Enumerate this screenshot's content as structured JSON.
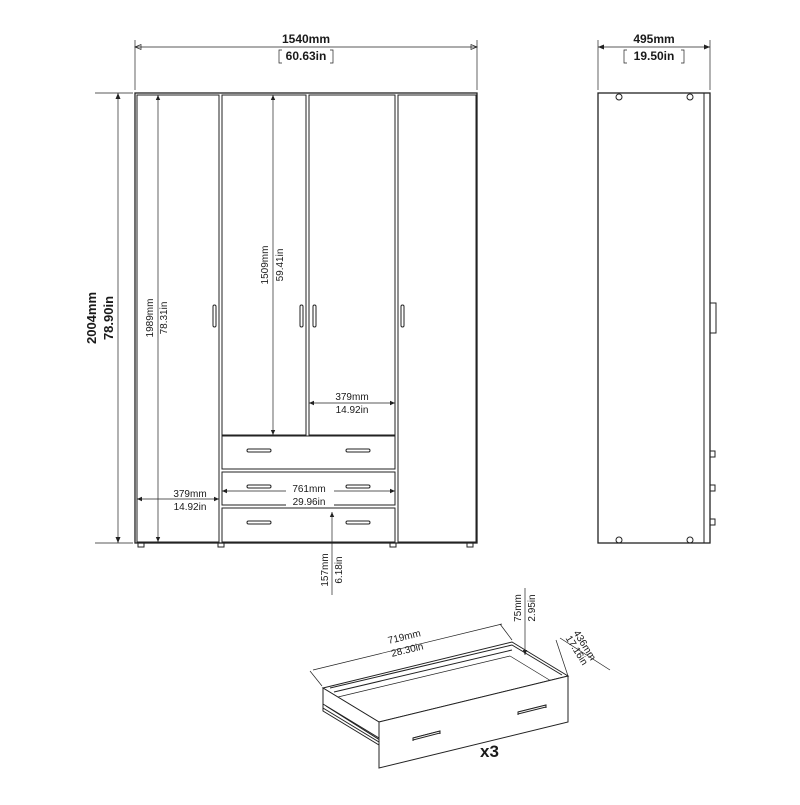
{
  "dimensions": {
    "total_width": {
      "mm": "1540mm",
      "in": "60.63in"
    },
    "depth": {
      "mm": "495mm",
      "in": "19.50in"
    },
    "total_height": {
      "mm": "2004mm",
      "in": "78.90in"
    },
    "door_height": {
      "mm": "1989mm",
      "in": "78.31in"
    },
    "inner_door_height": {
      "mm": "1509mm",
      "in": "59.41in"
    },
    "shelf_width_right": {
      "mm": "379mm",
      "in": "14.92in"
    },
    "shelf_width_left": {
      "mm": "379mm",
      "in": "14.92in"
    },
    "drawer_section_width": {
      "mm": "761mm",
      "in": "29.96in"
    },
    "leg_height": {
      "mm": "157mm",
      "in": "6.18in"
    },
    "drawer_width": {
      "mm": "719mm",
      "in": "28.30in"
    },
    "drawer_height": {
      "mm": "75mm",
      "in": "2.95in"
    },
    "drawer_depth": {
      "mm": "436mm",
      "in": "17.16in"
    }
  },
  "drawer_count_label": "x3",
  "icons": {
    "wardrobe_front": "wardrobe-front-view",
    "wardrobe_side": "wardrobe-side-view",
    "drawer": "drawer-isometric-view"
  }
}
